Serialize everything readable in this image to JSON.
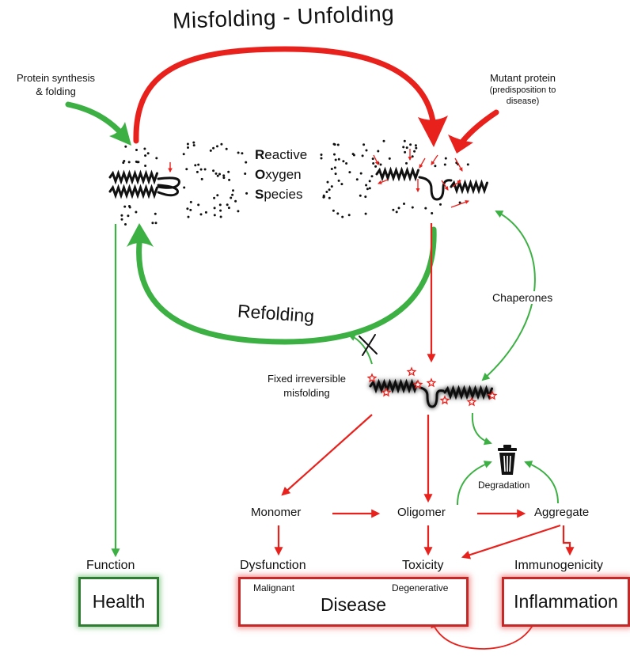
{
  "title": "Misfolding - Unfolding",
  "labels": {
    "protein_synthesis": [
      "Protein synthesis",
      "& folding"
    ],
    "mutant_protein": "Mutant protein",
    "mutant_sub": [
      "(predisposition to",
      "disease)"
    ],
    "ros": [
      {
        "initial": "R",
        "rest": "eactive"
      },
      {
        "initial": "O",
        "rest": "xygen"
      },
      {
        "initial": "S",
        "rest": "pecies"
      }
    ],
    "refolding": "Refolding",
    "chaperones": "Chaperones",
    "fixed_misfolding": [
      "Fixed irreversible",
      "misfolding"
    ],
    "degradation": "Degradation",
    "monomer": "Monomer",
    "oligomer": "Oligomer",
    "aggregate": "Aggregate",
    "function": "Function",
    "dysfunction": "Dysfunction",
    "toxicity": "Toxicity",
    "immunogenicity": "Immunogenicity"
  },
  "boxes": {
    "health": "Health",
    "disease": "Disease",
    "malignant": "Malignant",
    "degenerative": "Degenerative",
    "inflammation": "Inflammation"
  },
  "colors": {
    "green": "#3cb043",
    "red": "#e8211c",
    "black": "#111111"
  },
  "icons": {
    "degradation": "trash-can-icon",
    "blocked_path": "cross-mark-icon"
  }
}
